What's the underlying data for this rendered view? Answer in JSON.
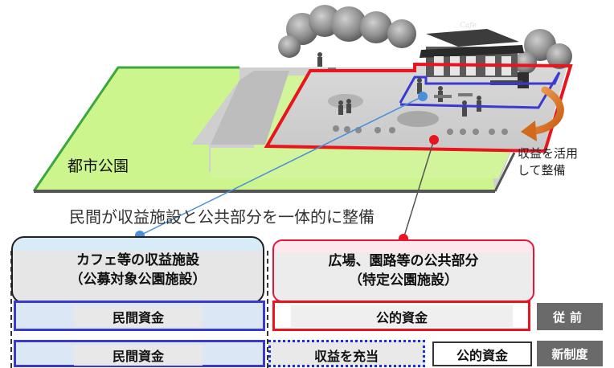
{
  "park_label": "都市公園",
  "side_note": [
    "収益を活用",
    "して整備"
  ],
  "caption": "民間が収益施設と公共部分を一体的に整備",
  "cafe_sign": "Cafe",
  "left_box": {
    "title": "カフェ等の収益施設",
    "subtitle": "（公募対象公園施設）"
  },
  "right_box": {
    "title": "広場、園路等の公共部分",
    "subtitle": "（特定公園施設）"
  },
  "row_before": {
    "left": "民間資金",
    "right": "公的資金",
    "tag": "従前"
  },
  "row_new": {
    "left": "民間資金",
    "middle": "収益を充当",
    "right": "公的資金",
    "tag": "新制度"
  },
  "colors": {
    "green": "#ccf58e",
    "red": "#e8141e",
    "blue": "#3a3ad0",
    "connector_blue": "#4a90d8",
    "tag_gray": "#6a6a6a",
    "arrow_orange": "#e8802c"
  }
}
